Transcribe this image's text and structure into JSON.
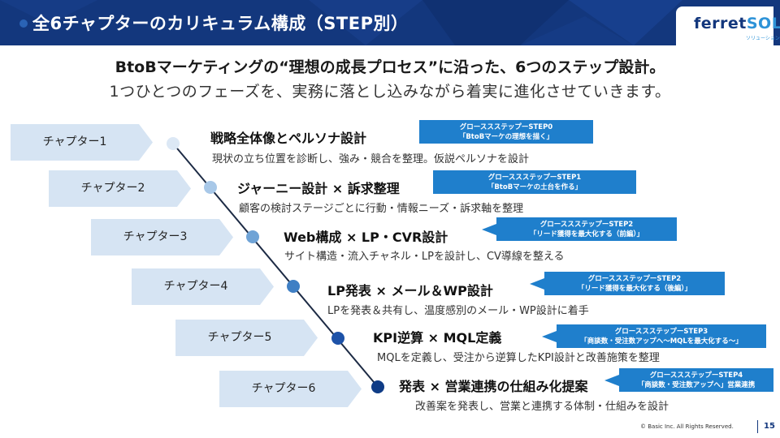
{
  "header": {
    "title": "全6チャプターのカリキュラム構成（STEP別）"
  },
  "logo": {
    "main_a": "ferret",
    "main_b": "SOL",
    "sub": "ソリューション"
  },
  "lead": {
    "line1": "BtoBマーケティングの“理想の成長プロセス”に沿った、6つのステップ設計。",
    "line2": "1つひとつのフェーズを、実務に落とし込みながら着実に進化させていきます。"
  },
  "chapters": [
    {
      "label": "チャプター1",
      "title": "戦略全体像とペルソナ設計",
      "desc": "現状の立ち位置を診断し、強み・競合を整理。仮説ペルソナを設計",
      "badge_line1": "グローススステップーSTEP0",
      "badge_line2": "「BtoBマーケの理想を描く」",
      "dot_color": "#dce8f5"
    },
    {
      "label": "チャプター2",
      "title": "ジャーニー設計 × 訴求整理",
      "desc": "顧客の検討ステージごとに行動・情報ニーズ・訴求軸を整理",
      "badge_line1": "グローススステップーSTEP1",
      "badge_line2": "「BtoBマーケの土台を作る」",
      "dot_color": "#a8c8e8"
    },
    {
      "label": "チャプター3",
      "title": "Web構成 × LP・CVR設計",
      "desc": "サイト構造・流入チャネル・LPを設計し、CV導線を整える",
      "badge_line1": "グローススステップーSTEP2",
      "badge_line2": "「リード獲得を最大化する（前編）」",
      "dot_color": "#6fa3d6"
    },
    {
      "label": "チャプター4",
      "title": "LP発表 × メール＆WP設計",
      "desc": "LPを発表＆共有し、温度感別のメール・WP設計に着手",
      "badge_line1": "グローススステップーSTEP2",
      "badge_line2": "「リード獲得を最大化する（後編）」",
      "dot_color": "#3f7fc4"
    },
    {
      "label": "チャプター5",
      "title": "KPI逆算 × MQL定義",
      "desc": "MQLを定義し、受注から逆算したKPI設計と改善施策を整理",
      "badge_line1": "グローススステップーSTEP3",
      "badge_line2": "「商談数・受注数アップへ～MQLを最大化する～」",
      "dot_color": "#1d52a8"
    },
    {
      "label": "チャプター6",
      "title": "発表 × 営業連携の仕組み化提案",
      "desc": "改善案を発表し、営業と連携する体制・仕組みを設計",
      "badge_line1": "グローススステップーSTEP4",
      "badge_line2": "「商談数・受注数アップへ」営業連携",
      "dot_color": "#0f3c86"
    }
  ],
  "colors": {
    "header_bg": "#13377d",
    "chapter_fill": "#d6e4f3",
    "badge_bg": "#1f7fcc",
    "line": "#1c2a44"
  },
  "footer": {
    "copyright": "© Basic Inc. All Rights Reserved.",
    "page": "15"
  }
}
